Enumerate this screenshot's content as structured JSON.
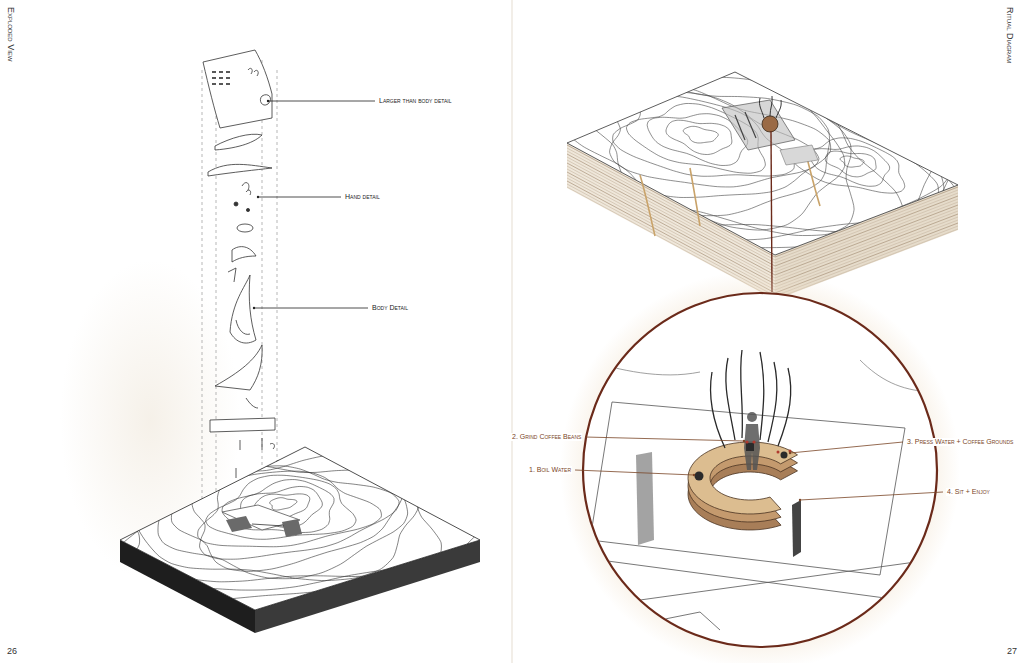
{
  "diagram": {
    "labels": [
      "Exploded View",
      "Larger than body detail",
      "Hand detail",
      "Body Detail",
      "26",
      "Ritual Diagram",
      "2. Grind Coffee Beans",
      "1. Boil Water",
      "3. Press Water + Coffee Grounds",
      "4. Sit + Enjoy",
      "27"
    ]
  }
}
